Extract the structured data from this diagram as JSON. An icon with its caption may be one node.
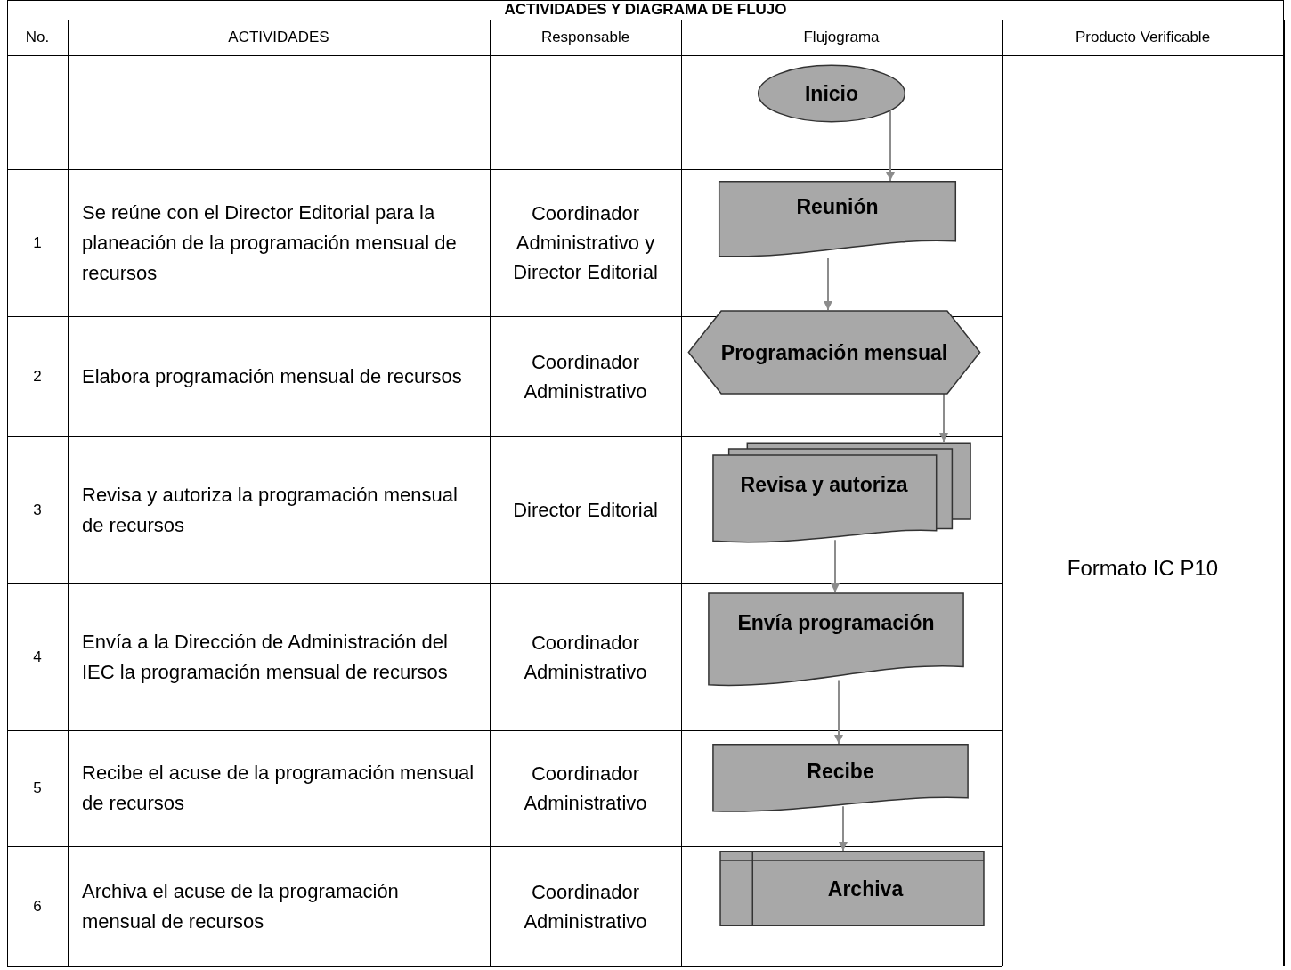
{
  "diagram": {
    "title": "ACTIVIDADES Y DIAGRAMA DE FLUJO",
    "nodes": [
      {
        "text": [
          "Inicio"
        ]
      },
      {
        "text": [
          "Reunión"
        ]
      },
      {
        "text": [
          "Programación mensual"
        ]
      },
      {
        "text": [
          "Revisa y autoriza"
        ]
      },
      {
        "text": [
          "Envía programación"
        ]
      },
      {
        "text": [
          "Recibe"
        ]
      },
      {
        "text": [
          "Archiva"
        ]
      }
    ],
    "edges": [
      {
        "from": 0,
        "to": 1,
        "arrow": "to"
      },
      {
        "from": 1,
        "to": 2,
        "arrow": "to"
      },
      {
        "from": 2,
        "to": 3,
        "arrow": "to"
      },
      {
        "from": 3,
        "to": 4,
        "arrow": "to"
      },
      {
        "from": 4,
        "to": 5,
        "arrow": "to"
      },
      {
        "from": 5,
        "to": 6,
        "arrow": "to"
      }
    ],
    "labels": [
      "No.",
      "ACTIVIDADES",
      "Responsable",
      "Flujograma",
      "Producto Verificable",
      "1",
      "Se reúne con el Director Editorial para la planeación de la programación mensual de recursos",
      "Coordinador Administrativo y Director Editorial",
      "2",
      "Elabora programación mensual de recursos",
      "Coordinador Administrativo",
      "3",
      "Revisa y autoriza la programación mensual de recursos",
      "Director Editorial",
      "Formato IC P10",
      "4",
      "Envía a la Dirección de Administración del IEC la programación mensual de recursos",
      "Coordinador Administrativo",
      "5",
      "Recibe el acuse de la programación mensual de recursos",
      "Coordinador Administrativo",
      "6",
      "Archiva el acuse de la programación mensual de recursos",
      "Coordinador Administrativo"
    ]
  }
}
